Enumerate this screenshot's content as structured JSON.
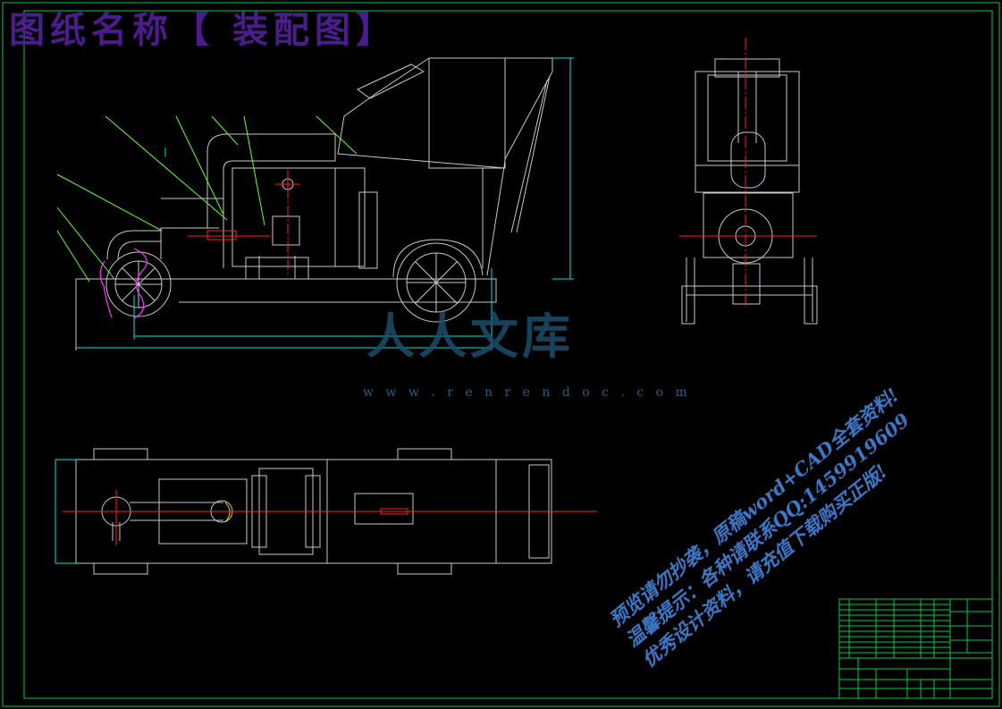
{
  "drawing": {
    "title": "图纸名称【 装配图】"
  },
  "watermark": {
    "logo_text": "人人文库",
    "url": "w w w . r e n r e n d o c . c o m"
  },
  "promo": {
    "line1": "预览请勿抄袭，原稿word+CAD全套资料!",
    "line2": "温馨提示：各种请联系QQ:1459919609",
    "line3": "优秀设计资料，请充值下载购买正版!"
  },
  "colors": {
    "background": "#000000",
    "frame": "#00cc44",
    "outline": "#c8c8c8",
    "centerline": "#ff2020",
    "dimension": "#00e5e5",
    "leader": "#66ff33",
    "curve": "#ff33ff",
    "title": "#4b1d8c",
    "watermark": "#1d4e6a",
    "promo": "#3d78c8"
  }
}
